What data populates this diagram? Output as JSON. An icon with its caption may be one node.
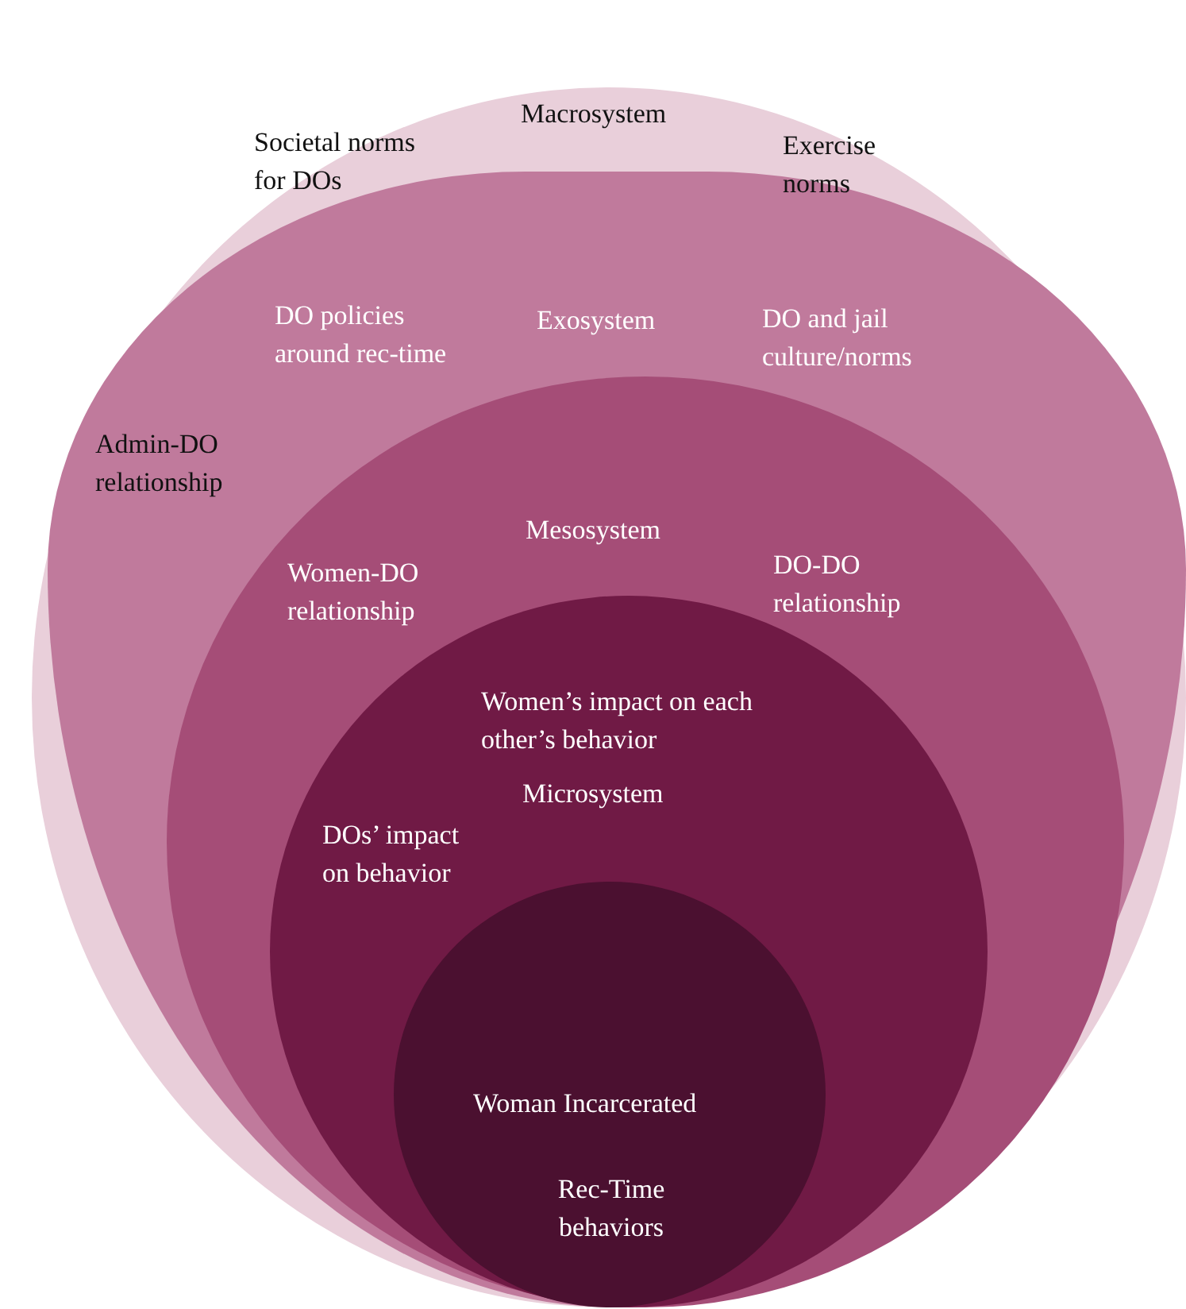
{
  "diagram": {
    "nodes": [
      {
        "text": [
          "Macrosystem",
          "Societal norms for DOs",
          "Exercise norms"
        ]
      },
      {
        "text": [
          "DO policies around rec-time",
          "Exosystem",
          "DO and jail culture/norms",
          "Admin-DO relationship"
        ],
        "in": 0
      },
      {
        "text": [
          "Mesosystem",
          "Women-DO relationship",
          "DO-DO relationship"
        ],
        "in": 1
      },
      {
        "text": [
          "Women’s impact on each other’s behavior",
          "Microsystem",
          "DOs’ impact on behavior"
        ],
        "in": 2
      },
      {
        "text": [
          "Woman Incarcerated",
          "Rec-Time behaviors"
        ],
        "in": 3
      }
    ],
    "edges": []
  }
}
